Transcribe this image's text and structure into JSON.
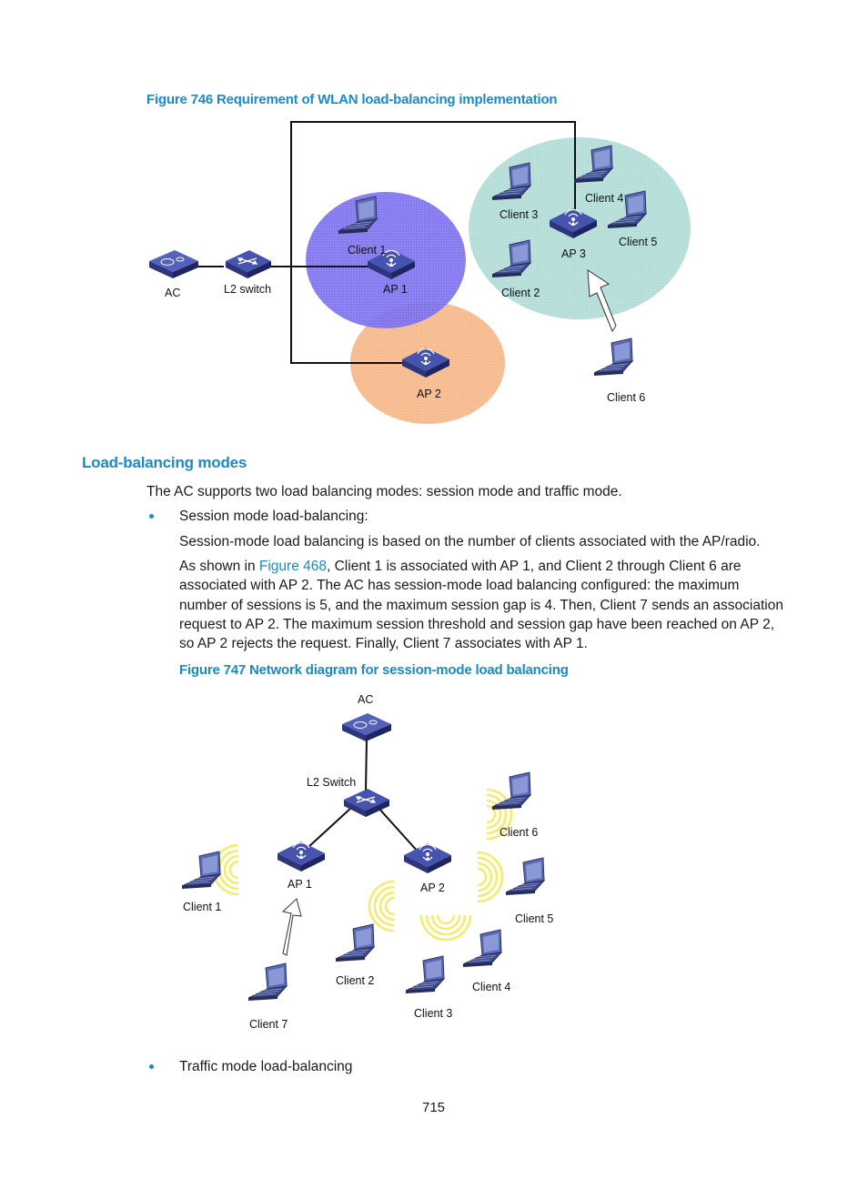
{
  "fig746": {
    "caption": "Figure 746 Requirement of WLAN load-balancing implementation",
    "labels": {
      "ac": "AC",
      "switch": "L2 switch",
      "ap1": "AP 1",
      "ap2": "AP 2",
      "ap3": "AP 3",
      "client1": "Client 1",
      "client2": "Client 2",
      "client3": "Client 3",
      "client4": "Client 4",
      "client5": "Client 5",
      "client6": "Client 6"
    }
  },
  "section": {
    "heading": "Load-balancing modes",
    "intro": "The AC supports two load balancing modes: session mode and traffic mode.",
    "bullet1": "Session mode load-balancing:",
    "session_desc": "Session-mode load balancing is based on the number of clients associated with the AP/radio.",
    "example_pre": "As shown in ",
    "example_link": "Figure 468",
    "example_post": ", Client 1 is associated with AP 1, and Client 2 through Client 6 are associated with AP 2. The AC has session-mode load balancing configured: the maximum number of sessions is 5, and the maximum session gap is 4. Then, Client 7 sends an association request to AP 2. The maximum session threshold and session gap have been reached on AP 2, so AP 2 rejects the request. Finally, Client 7 associates with AP 1.",
    "bullet2": "Traffic mode load-balancing"
  },
  "fig747": {
    "caption": "Figure 747 Network diagram for session-mode load balancing",
    "labels": {
      "ac": "AC",
      "switch": "L2 Switch",
      "ap1": "AP 1",
      "ap2": "AP 2",
      "client1": "Client 1",
      "client2": "Client 2",
      "client3": "Client 3",
      "client4": "Client 4",
      "client5": "Client 5",
      "client6": "Client 6",
      "client7": "Client 7"
    }
  },
  "page_number": "715"
}
